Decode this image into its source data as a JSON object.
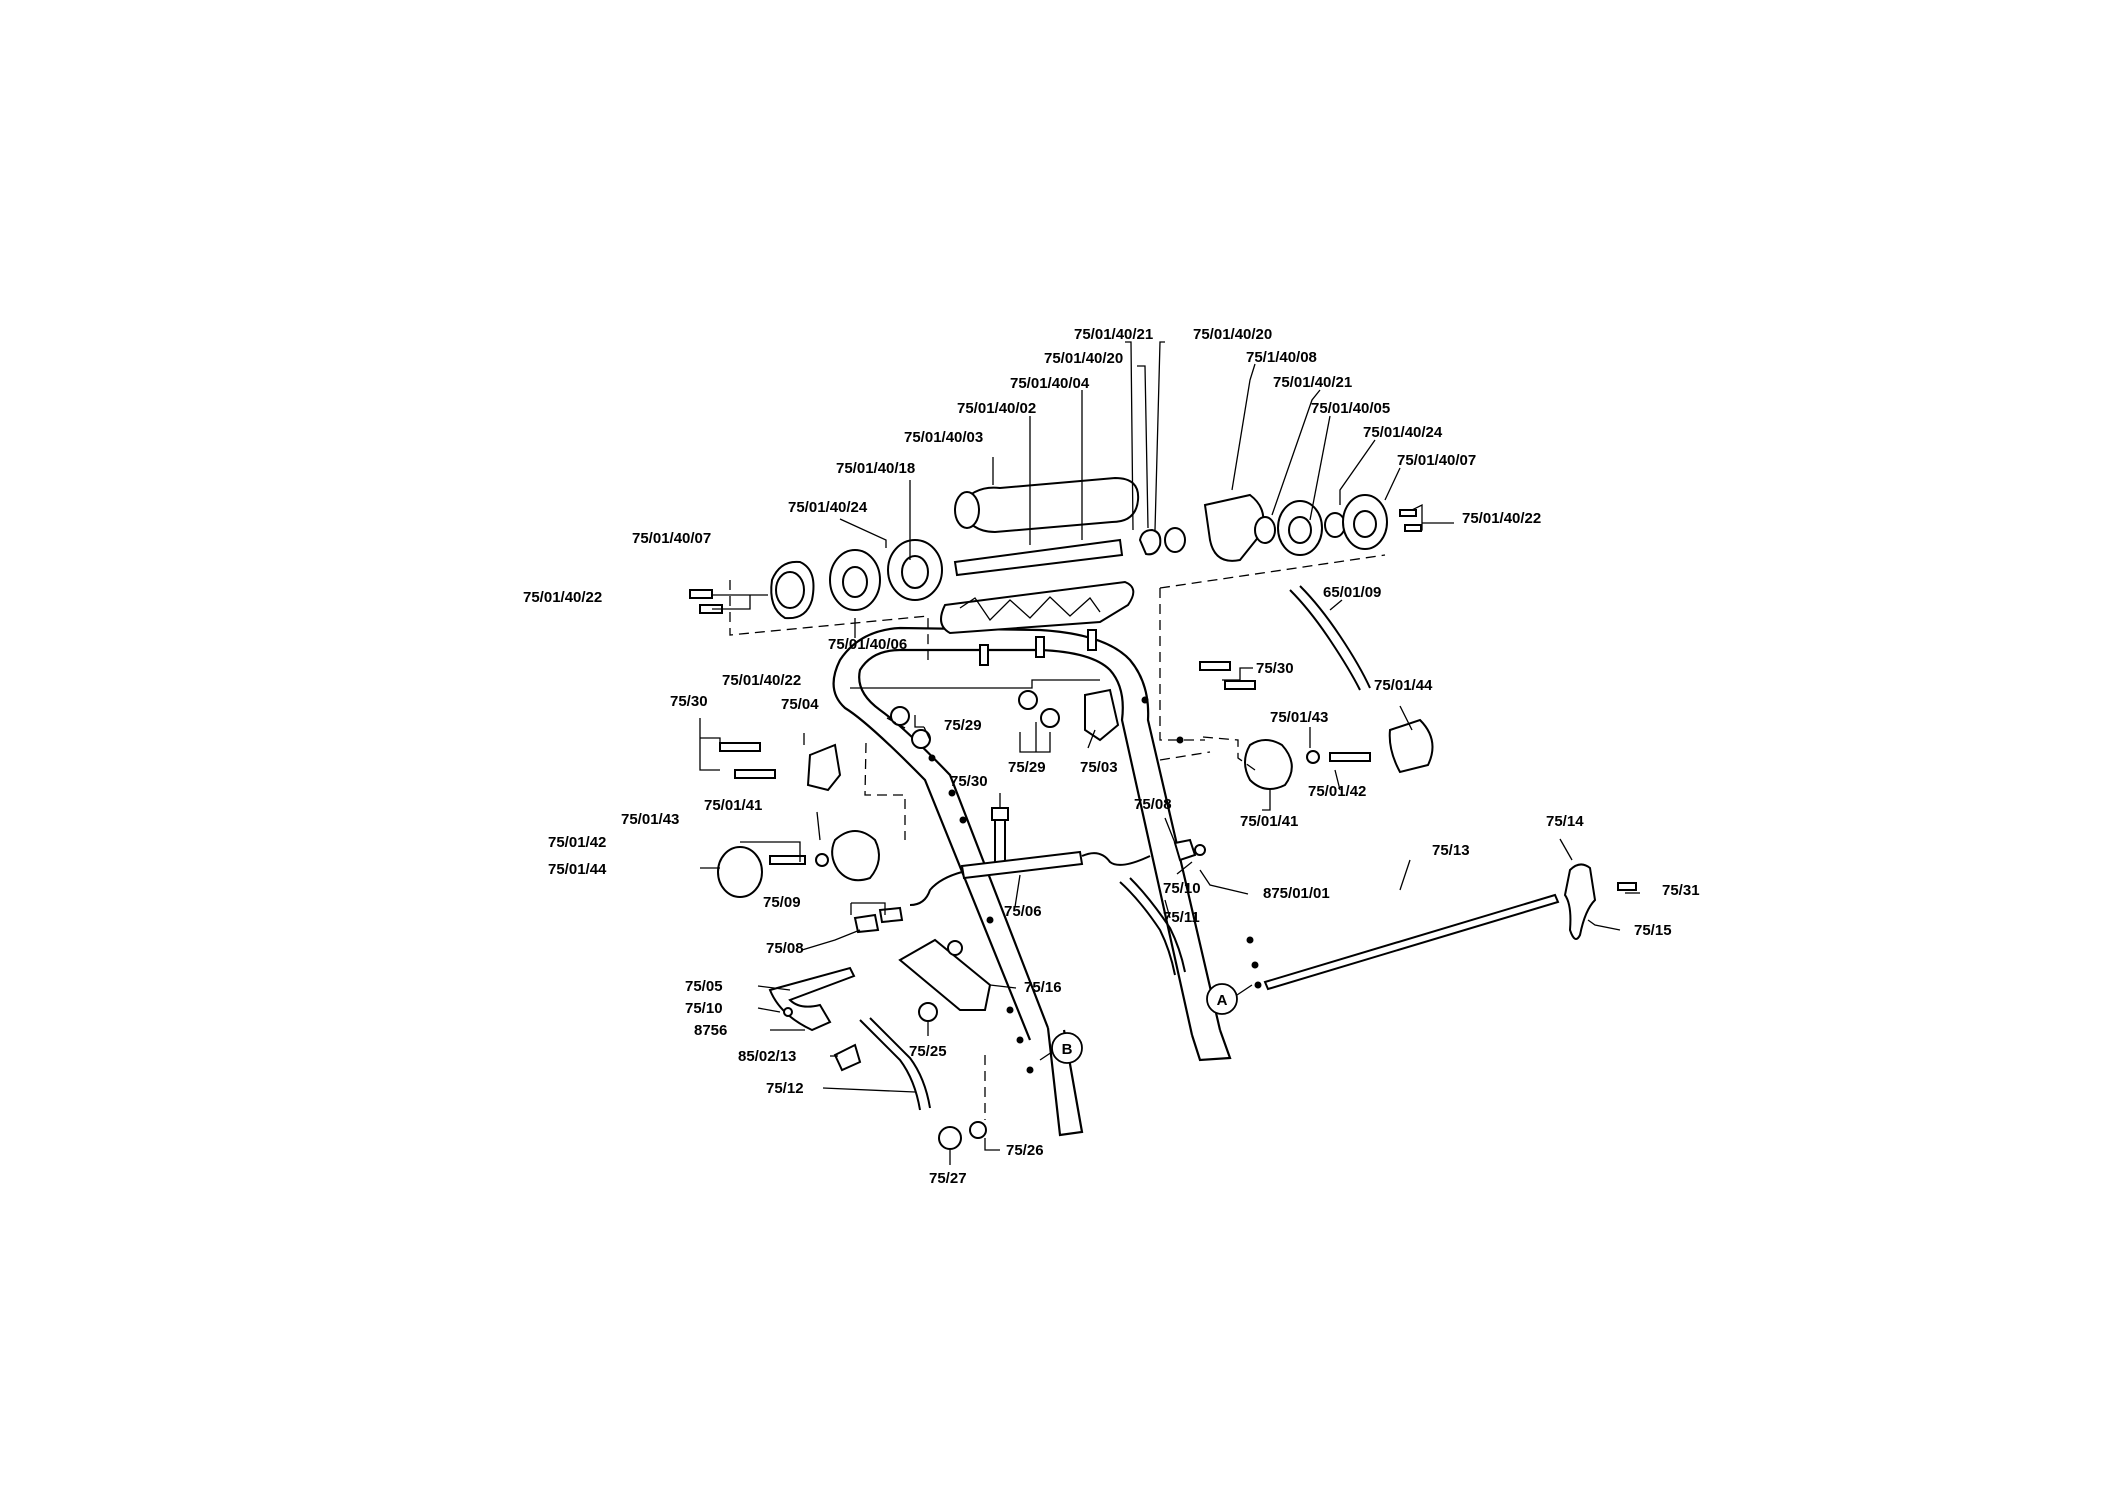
{
  "labels": {
    "l01": "75/01/40/21",
    "l02": "75/01/40/20",
    "l03": "75/01/40/20",
    "l04": "75/1/40/08",
    "l05": "75/01/40/04",
    "l06": "75/01/40/21",
    "l07": "75/01/40/02",
    "l08": "75/01/40/05",
    "l09": "75/01/40/03",
    "l10": "75/01/40/24",
    "l11": "75/01/40/18",
    "l12": "75/01/40/07",
    "l13": "75/01/40/24",
    "l14": "75/01/40/22",
    "l15": "75/01/40/07",
    "l16": "65/01/09",
    "l17": "75/01/40/22",
    "l18": "75/01/40/06",
    "l19": "75/30",
    "l20": "75/01/40/22",
    "l21": "75/01/44",
    "l22": "75/30",
    "l23": "75/04",
    "l24": "75/29",
    "l25": "75/01/43",
    "l26": "75/29",
    "l27": "75/03",
    "l28": "75/01/42",
    "l29": "75/01/41",
    "l30": "75/30",
    "l31": "75/08",
    "l32": "75/01/41",
    "l33": "75/14",
    "l34": "75/01/43",
    "l35": "75/13",
    "l36": "75/01/42",
    "l37": "75/01/44",
    "l38": "75/10",
    "l39": "875/01/01",
    "l40": "75/31",
    "l41": "75/09",
    "l42": "75/06",
    "l43": "75/11",
    "l44": "75/15",
    "l45": "75/08",
    "l46": "75/05",
    "l47": "75/16",
    "l48": "75/10",
    "l49": "8756",
    "l50": "85/02/13",
    "l51": "75/25",
    "l52": "75/12",
    "l53": "75/26",
    "l54": "75/27",
    "marker_a": "A",
    "marker_b": "B"
  }
}
